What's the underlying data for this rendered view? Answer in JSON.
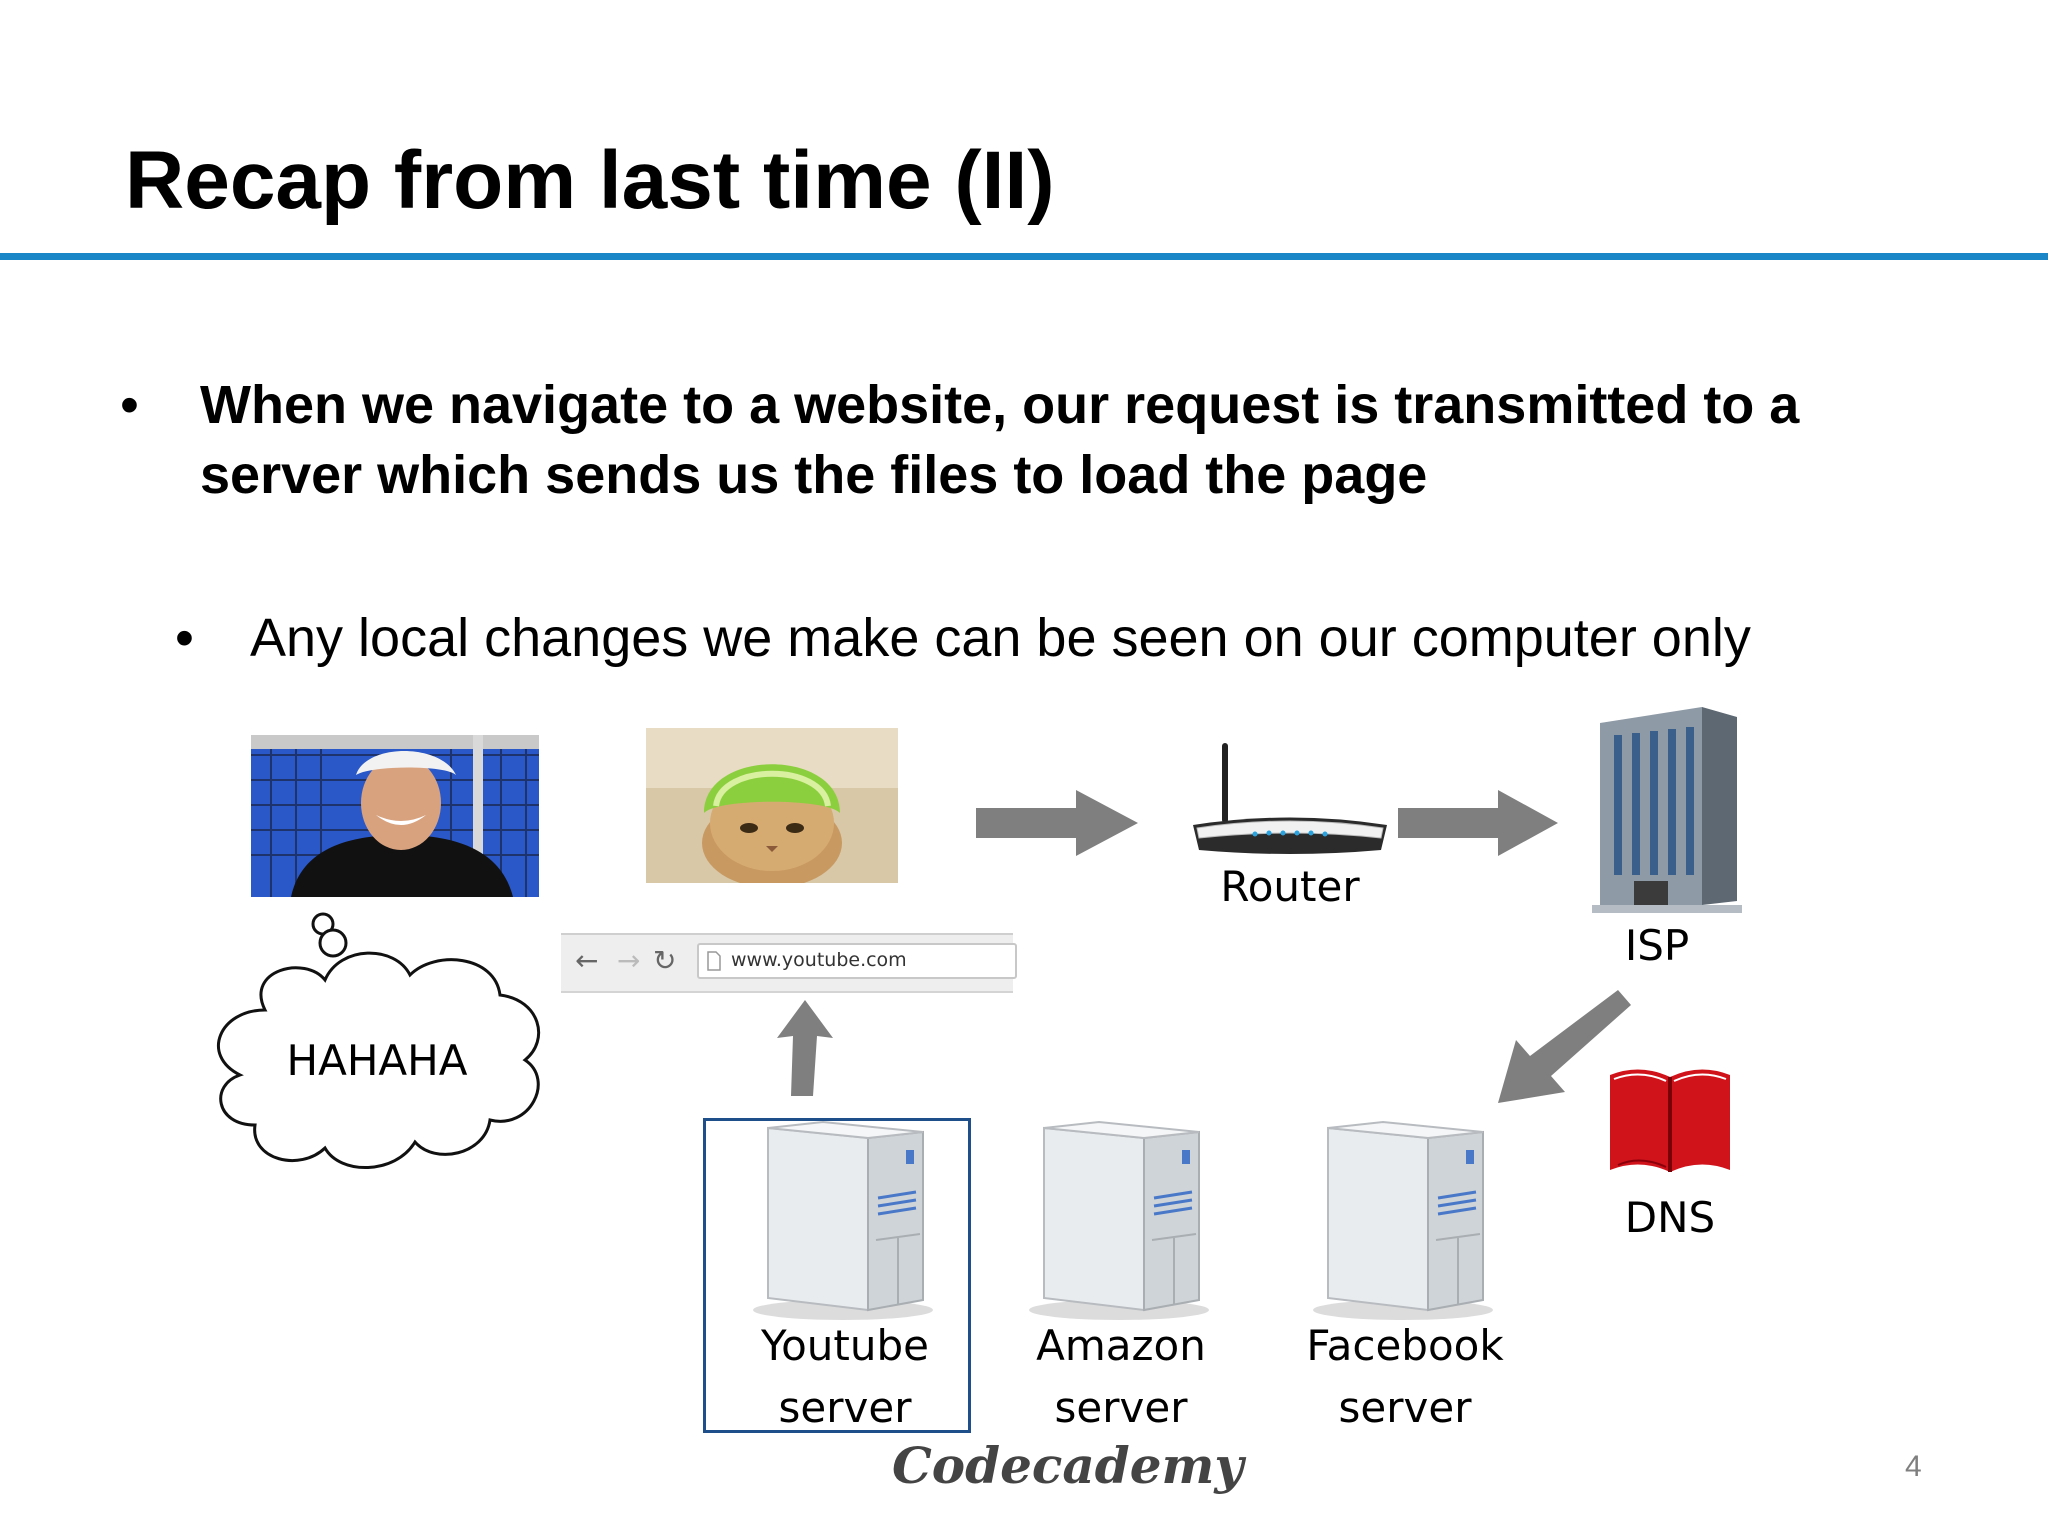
{
  "slide": {
    "title": "Recap from last time (II)",
    "bullet_1": "When we navigate to a website, our request is transmitted to a server which sends us the files to load the page",
    "bullet_2": "Any local changes we make can be seen on our computer only",
    "bullet_glyph": "•",
    "page_number": "4",
    "footer_logo": "Codecademy"
  },
  "diagram": {
    "thought": "HAHAHA",
    "url": "www.youtube.com",
    "router_label": "Router",
    "isp_label": "ISP",
    "dns_label": "DNS",
    "servers": [
      {
        "line1": "Youtube",
        "line2": "server"
      },
      {
        "line1": "Amazon",
        "line2": "server"
      },
      {
        "line1": "Facebook",
        "line2": "server"
      }
    ]
  },
  "colors": {
    "accent_rule": "#1a86c8",
    "arrow": "#7f7f7f",
    "selection_border": "#1f4f8a",
    "dns_book": "#d0121b"
  }
}
